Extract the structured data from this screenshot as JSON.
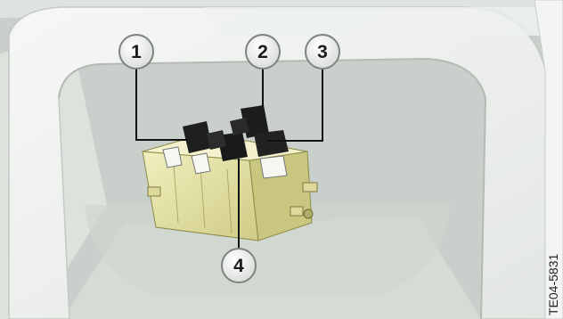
{
  "callouts": [
    {
      "id": "1",
      "label": "1"
    },
    {
      "id": "2",
      "label": "2"
    },
    {
      "id": "3",
      "label": "3"
    },
    {
      "id": "4",
      "label": "4"
    }
  ],
  "figure_code": "TE04-5831",
  "colors": {
    "background": "#e4e8e4",
    "trim": "#f2f4f2",
    "module_body": "#e8e6a4",
    "connector": "#1e1e1e",
    "callout_fill": "#f4f4f4",
    "leader_line": "#111111"
  }
}
